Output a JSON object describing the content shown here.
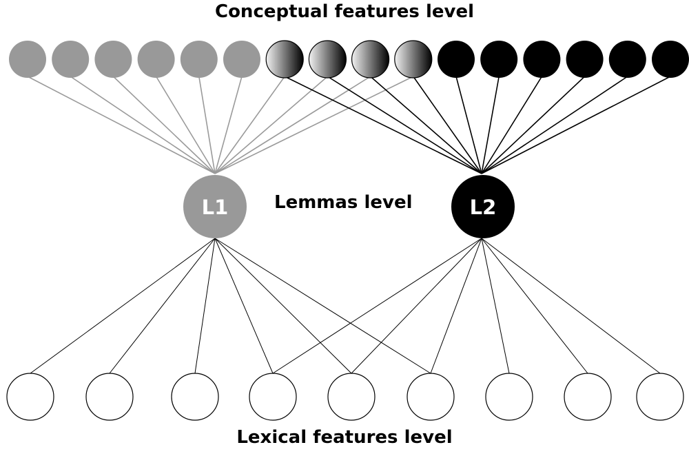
{
  "titles": {
    "conceptual": "Conceptual features level",
    "lemmas": "Lemmas level",
    "lexical": "Lexical features level"
  },
  "colors": {
    "l1": "#999999",
    "l2": "#000000",
    "shared_gradient_start": "#f2f2f2",
    "shared_gradient_end": "#000000",
    "lexical_fill": "#ffffff",
    "l1_edge": "#9a9a9a",
    "l2_edge": "#000000",
    "lexical_edge": "#000000"
  },
  "lemmas": [
    {
      "id": "L1",
      "label": "L1",
      "color_key": "l1"
    },
    {
      "id": "L2",
      "label": "L2",
      "color_key": "l2"
    }
  ],
  "conceptual_nodes": [
    {
      "type": "l1",
      "links": [
        "L1"
      ]
    },
    {
      "type": "l1",
      "links": [
        "L1"
      ]
    },
    {
      "type": "l1",
      "links": [
        "L1"
      ]
    },
    {
      "type": "l1",
      "links": [
        "L1"
      ]
    },
    {
      "type": "l1",
      "links": [
        "L1"
      ]
    },
    {
      "type": "l1",
      "links": [
        "L1"
      ]
    },
    {
      "type": "shared",
      "links": [
        "L1",
        "L2"
      ]
    },
    {
      "type": "shared",
      "links": [
        "L1",
        "L2"
      ]
    },
    {
      "type": "shared",
      "links": [
        "L1",
        "L2"
      ]
    },
    {
      "type": "shared",
      "links": [
        "L1",
        "L2"
      ]
    },
    {
      "type": "l2",
      "links": [
        "L2"
      ]
    },
    {
      "type": "l2",
      "links": [
        "L2"
      ]
    },
    {
      "type": "l2",
      "links": [
        "L2"
      ]
    },
    {
      "type": "l2",
      "links": [
        "L2"
      ]
    },
    {
      "type": "l2",
      "links": [
        "L2"
      ]
    },
    {
      "type": "l2",
      "links": [
        "L2"
      ]
    }
  ],
  "lexical_nodes": [
    {
      "links": [
        "L1"
      ]
    },
    {
      "links": [
        "L1"
      ]
    },
    {
      "links": [
        "L1"
      ]
    },
    {
      "links": [
        "L1",
        "L2"
      ]
    },
    {
      "links": [
        "L1",
        "L2"
      ]
    },
    {
      "links": [
        "L1",
        "L2"
      ]
    },
    {
      "links": [
        "L2"
      ]
    },
    {
      "links": [
        "L2"
      ]
    },
    {
      "links": [
        "L2"
      ]
    }
  ]
}
